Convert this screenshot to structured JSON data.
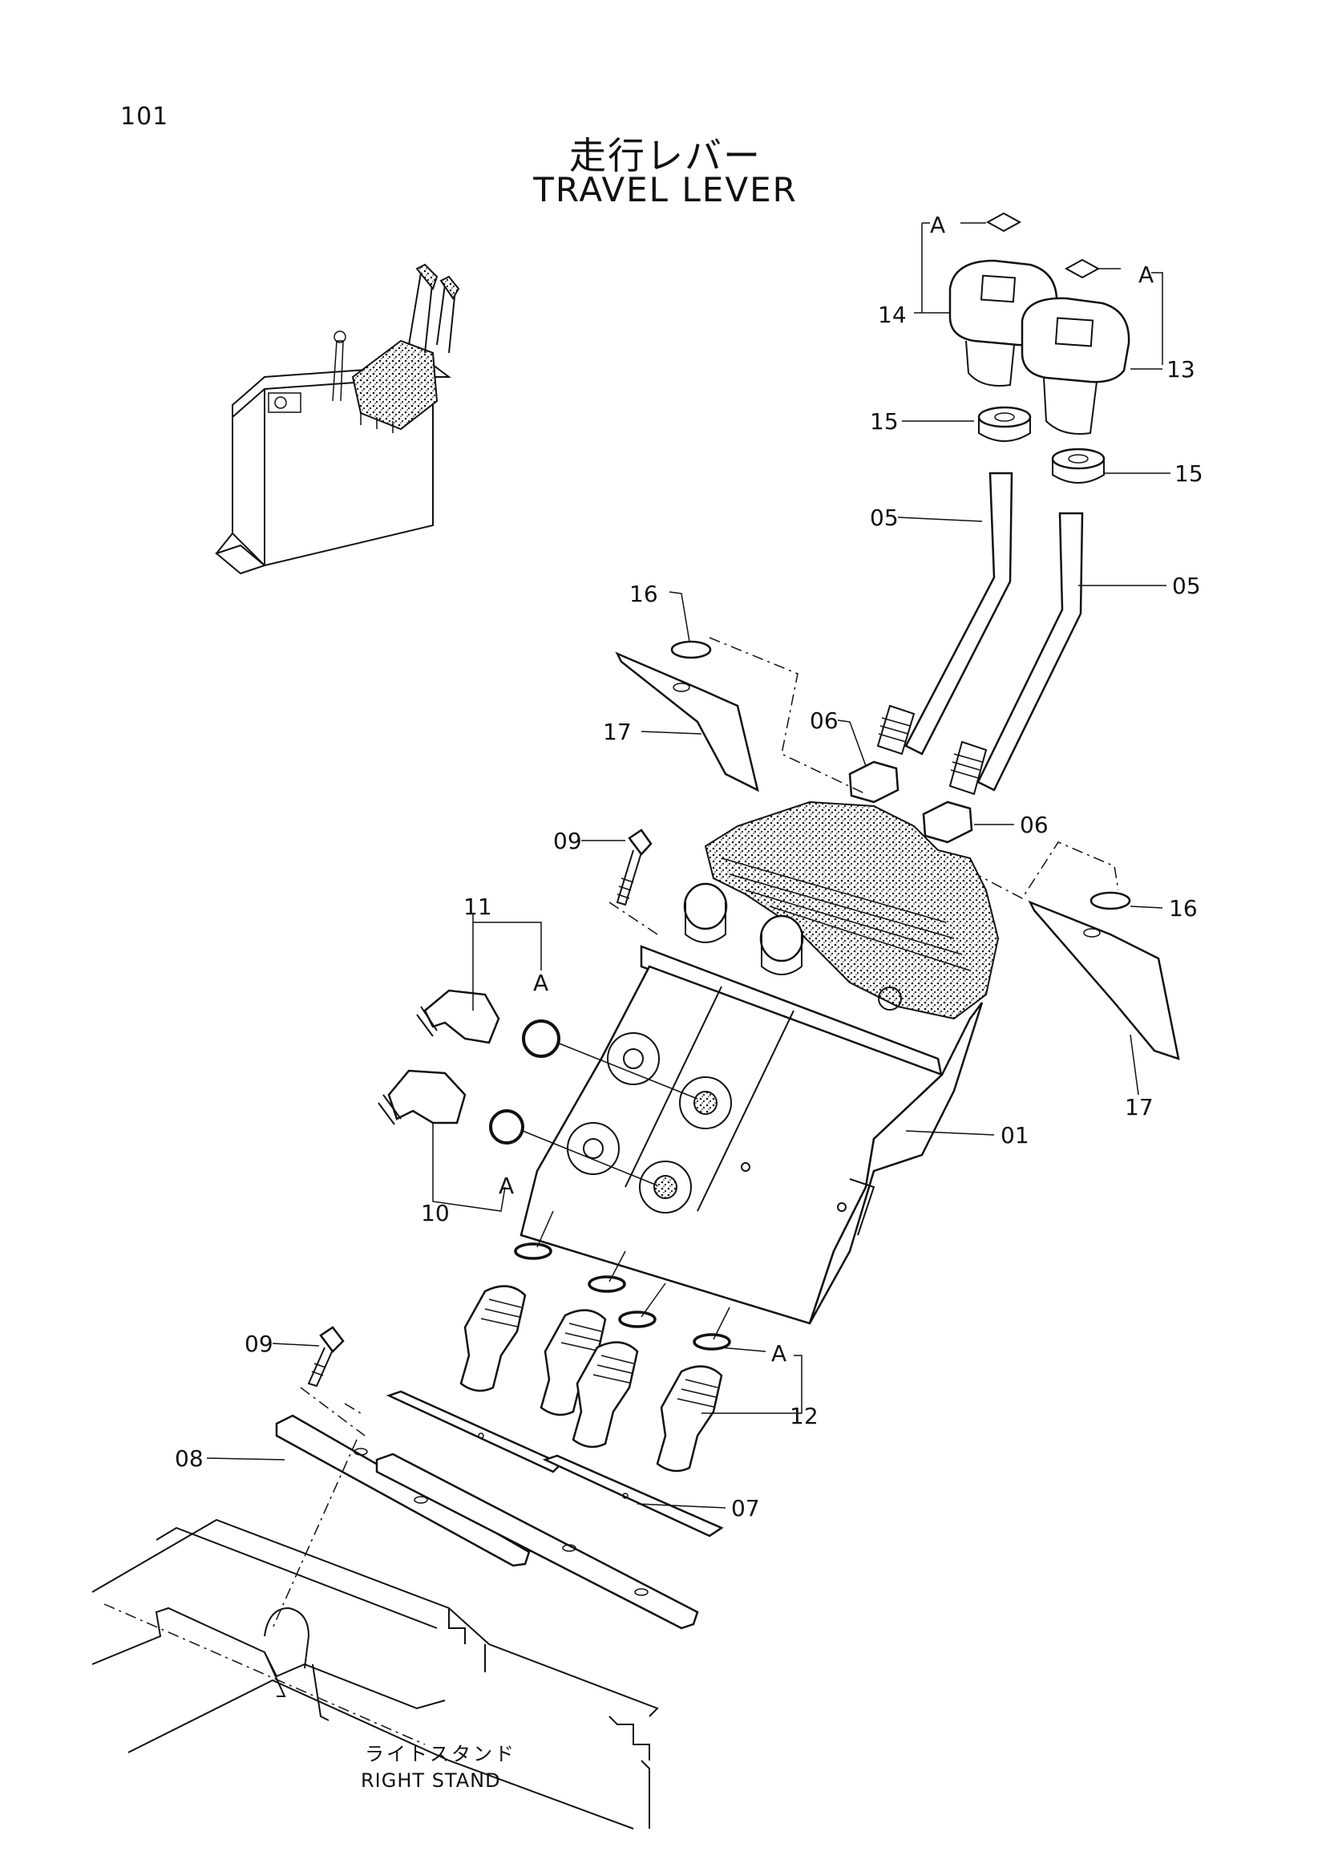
{
  "page": {
    "number": "101"
  },
  "title": {
    "japanese": "走行レバー",
    "english": "TRAVEL LEVER"
  },
  "stand": {
    "japanese": "ライトスタンド",
    "english": "RIGHT STAND"
  },
  "callouts": {
    "p01": "01",
    "p05a": "05",
    "p05b": "05",
    "p06a": "06",
    "p06b": "06",
    "p07": "07",
    "p08": "08",
    "p09a": "09",
    "p09b": "09",
    "p10": "10",
    "p11": "11",
    "p12": "12",
    "p13": "13",
    "p14": "14",
    "p15a": "15",
    "p15b": "15",
    "p16a": "16",
    "p16b": "16",
    "p17a": "17",
    "p17b": "17"
  },
  "markers": {
    "a1": "A",
    "a2": "A",
    "a3": "A",
    "a4": "A",
    "a5": "A"
  }
}
